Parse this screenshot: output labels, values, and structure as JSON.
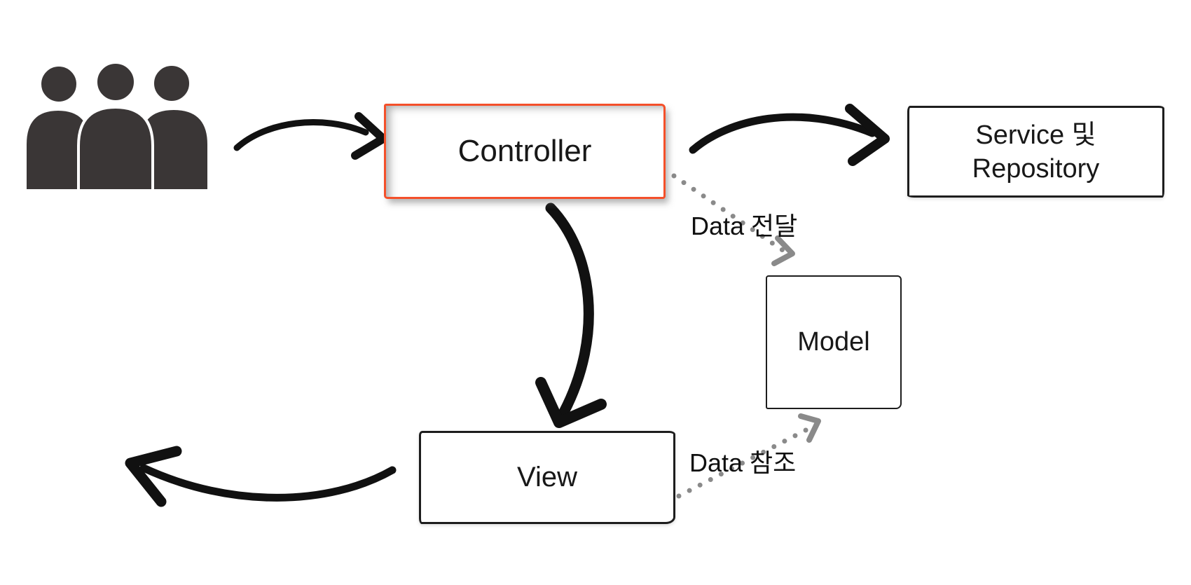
{
  "nodes": {
    "users": {
      "icon": "users-icon",
      "color": "#3a3636"
    },
    "controller": {
      "label": "Controller",
      "border_color": "#f4502a"
    },
    "service_repository": {
      "label_line1": "Service 및",
      "label_line2": "Repository"
    },
    "model": {
      "label": "Model"
    },
    "view": {
      "label": "View"
    }
  },
  "edges": {
    "users_to_controller": {
      "style": "solid-curved-arrow"
    },
    "controller_to_service": {
      "style": "solid-curved-arrow"
    },
    "controller_to_view": {
      "style": "solid-curved-arrow"
    },
    "view_to_users": {
      "style": "solid-curved-arrow"
    },
    "controller_to_model": {
      "label": "Data 전달",
      "style": "dotted-arrow"
    },
    "view_to_model": {
      "label": "Data 참조",
      "style": "dotted-arrow"
    }
  },
  "colors": {
    "arrow": "#111111",
    "dotted_arrow": "#8a8a8a",
    "accent_red": "#f4502a",
    "people_silhouette": "#3a3636",
    "box_border": "#1d1d1d",
    "background": "#ffffff"
  }
}
